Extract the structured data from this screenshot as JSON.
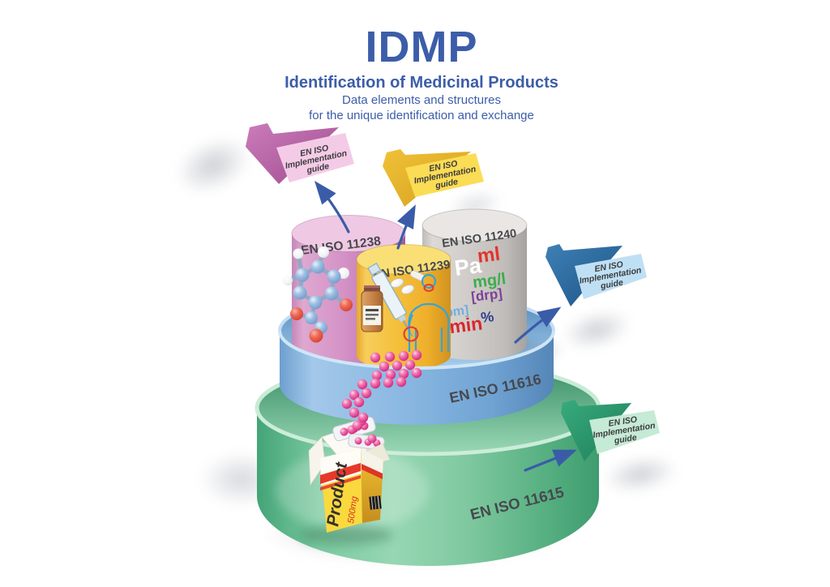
{
  "header": {
    "title": "IDMP",
    "subtitle": "Identification of Medicinal Products",
    "tagline_line1": "Data elements and structures",
    "tagline_line2": "for the unique identification and exchange"
  },
  "diagram": {
    "top_cylinders": [
      {
        "id": "substances",
        "label": "EN ISO 11238",
        "color": "#D592C6"
      },
      {
        "id": "pharmaceutical-dose-forms",
        "label": "EN ISO 11239",
        "color": "#F5C03C"
      },
      {
        "id": "units-of-measurement",
        "label": "EN ISO 11240",
        "color": "#CFCBC8"
      }
    ],
    "units_of_measurement": [
      "ml",
      "Pa",
      "mg/l",
      "[drp]",
      "bpm]",
      "%",
      "/min"
    ],
    "unit_colors": [
      "#E3342B",
      "#FFFFFF",
      "#3BAE4A",
      "#7C4099",
      "#6FAEE0",
      "#2D3E90",
      "#D8272E"
    ],
    "layers": [
      {
        "id": "pharmaceutical-products",
        "label": "EN ISO 11616",
        "color": "#7FB0DC"
      },
      {
        "id": "medicinal-products",
        "label": "EN ISO 11615",
        "color": "#7CC79E"
      }
    ],
    "implementation_guide_folders": {
      "line1": "EN ISO",
      "line2": "Implementation",
      "line3": "guide",
      "folder_colors": [
        "#F4CBE6",
        "#FBDC55",
        "#BFE0F4",
        "#C5EAD5"
      ]
    },
    "product_box": {
      "name": "Product",
      "strength": "500mg"
    },
    "accent_arrow_color": "#3A5CA8",
    "title_color": "#3C5DA9"
  }
}
